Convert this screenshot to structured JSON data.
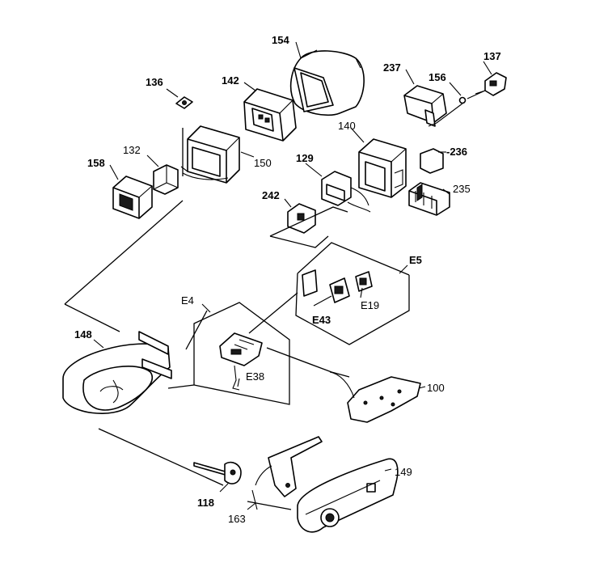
{
  "diagram": {
    "callouts": {
      "c154": "154",
      "c142": "142",
      "c136": "136",
      "c132": "132",
      "c150": "150",
      "c158": "158",
      "c237": "237",
      "c156": "156",
      "c137": "137",
      "c140": "140",
      "c236": "-236",
      "c235": "235",
      "c129": "129",
      "c242": "242",
      "cE5": "E5",
      "cE19": "E19",
      "cE43": "E43",
      "cE4": "E4",
      "cE38": "E38",
      "c148": "148",
      "c100": "100",
      "c149": "149",
      "c118": "118",
      "c163": "163"
    }
  }
}
